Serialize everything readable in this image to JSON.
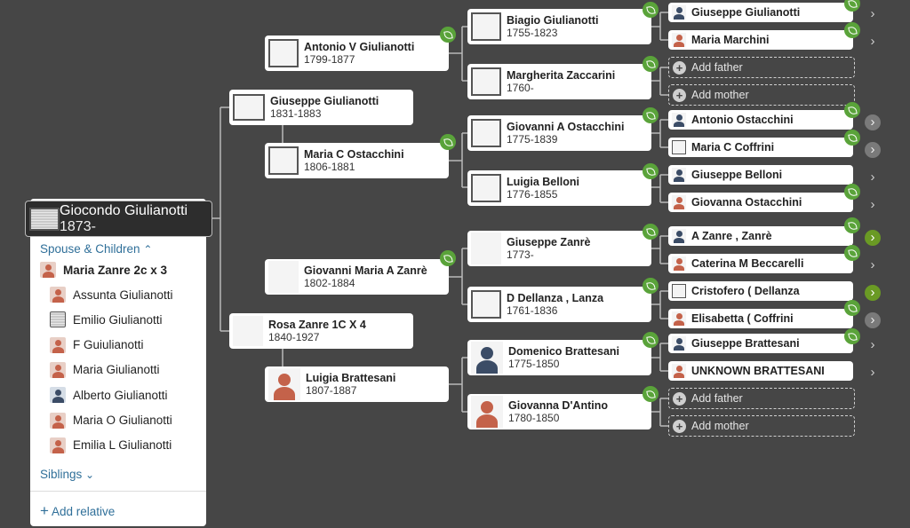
{
  "focus": {
    "name": "Giocondo Giulianotti",
    "years": "1873-"
  },
  "panel": {
    "spouse_children_label": "Spouse & Children",
    "spouse": "Maria Zanre 2c x 3",
    "children": [
      {
        "name": "Assunta Giulianotti",
        "gender": "f"
      },
      {
        "name": "Emilio Giulianotti",
        "gender": "doc"
      },
      {
        "name": "F Guiulianotti",
        "gender": "f"
      },
      {
        "name": "Maria Giulianotti",
        "gender": "f"
      },
      {
        "name": "Alberto Giulianotti",
        "gender": "m"
      },
      {
        "name": "Maria O Giulianotti",
        "gender": "f"
      },
      {
        "name": "Emilia L Giulianotti",
        "gender": "f"
      }
    ],
    "siblings_label": "Siblings",
    "add_relative_label": "Add relative"
  },
  "gen1": [
    {
      "name": "Giuseppe Giulianotti",
      "years": "1831-1883"
    },
    {
      "name": "Rosa Zanre 1C X 4",
      "years": "1840-1927"
    }
  ],
  "gen2": [
    {
      "name": "Antonio V Giulianotti",
      "years": "1799-1877"
    },
    {
      "name": "Maria C Ostacchini",
      "years": "1806-1881"
    },
    {
      "name": "Giovanni Maria A Zanrè",
      "years": "1802-1884"
    },
    {
      "name": "Luigia Brattesani",
      "years": "1807-1887"
    }
  ],
  "gen3": [
    {
      "name": "Biagio Giulianotti",
      "years": "1755-1823"
    },
    {
      "name": "Margherita Zaccarini",
      "years": "1760-"
    },
    {
      "name": "Giovanni A Ostacchini",
      "years": "1775-1839"
    },
    {
      "name": "Luigia Belloni",
      "years": "1776-1855"
    },
    {
      "name": "Giuseppe Zanrè",
      "years": "1773-"
    },
    {
      "name": "D Dellanza , Lanza",
      "years": "1761-1836"
    },
    {
      "name": "Domenico Brattesani",
      "years": "1775-1850"
    },
    {
      "name": "Giovanna D'Antino",
      "years": "1780-1850"
    }
  ],
  "gen4": [
    {
      "name": "Giuseppe Giulianotti"
    },
    {
      "name": "Maria Marchini"
    },
    {
      "name": "Add father"
    },
    {
      "name": "Add mother"
    },
    {
      "name": "Antonio Ostacchini"
    },
    {
      "name": "Maria C Coffrini"
    },
    {
      "name": "Giuseppe Belloni"
    },
    {
      "name": "Giovanna Ostacchini"
    },
    {
      "name": "A Zanre , Zanrè"
    },
    {
      "name": "Caterina M Beccarelli"
    },
    {
      "name": "Cristofero ( Dellanza"
    },
    {
      "name": "Elisabetta ( Coffrini"
    },
    {
      "name": "Giuseppe Brattesani"
    },
    {
      "name": "UNKNOWN BRATTESANI"
    },
    {
      "name": "Add father"
    },
    {
      "name": "Add mother"
    }
  ],
  "icons": {
    "leaf": "record-hint-leaf-icon",
    "chevron": "chevron-right-icon",
    "plus": "plus-icon"
  },
  "colors": {
    "background": "#464646",
    "hint_green": "#5aa33a",
    "link_blue": "#2f6f99"
  }
}
